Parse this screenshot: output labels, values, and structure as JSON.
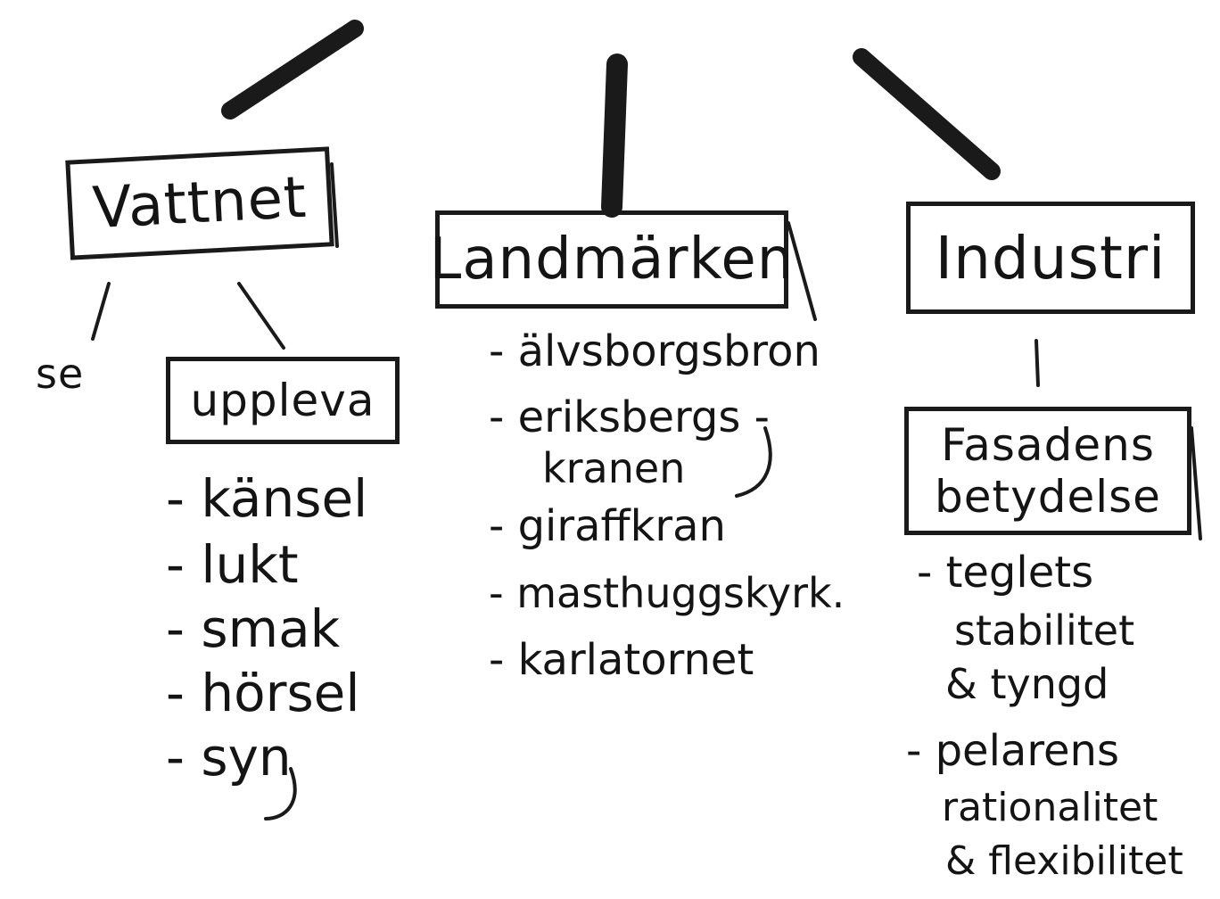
{
  "diagram": {
    "nodes": {
      "vattnet": "Vattnet",
      "landmarken": "Landmärken",
      "industri": "Industri",
      "se": "se",
      "uppleva": "uppleva",
      "fasadens_line1": "Fasadens",
      "fasadens_line2": "betydelse"
    },
    "vattnet_items": [
      "- känsel",
      "- lukt",
      "- smak",
      "- hörsel",
      "- syn"
    ],
    "landmarken_items": {
      "item1": "- älvsborgsbron",
      "item2": "- eriksbergs -",
      "item2_cont": "kranen",
      "item3": "- giraffkran",
      "item4": "- masthuggskyrk.",
      "item5": "- karlatornet"
    },
    "industri_items": {
      "item1_line1": "- teglets",
      "item1_line2": "stabilitet",
      "item1_line3": "& tyngd",
      "item2_line1": "- pelarens",
      "item2_line2": "rationalitet",
      "item2_line3": "& flexibilitet"
    }
  }
}
